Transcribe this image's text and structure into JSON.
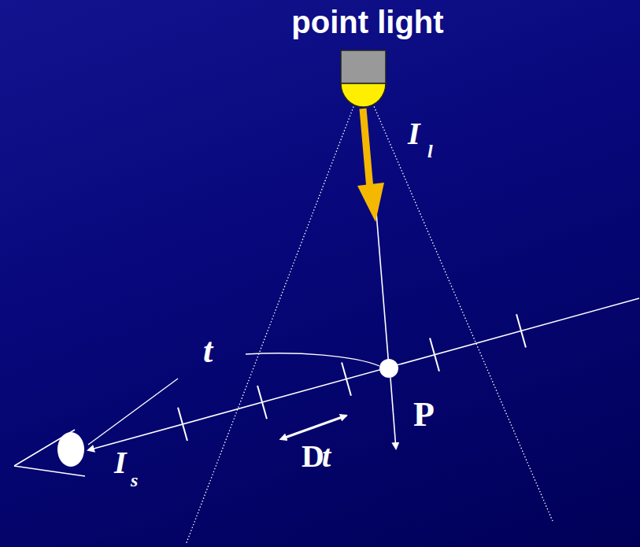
{
  "diagram": {
    "labels": [
      "point light",
      "I",
      "l",
      "t",
      "P",
      "D",
      "t",
      "I",
      "s"
    ]
  }
}
